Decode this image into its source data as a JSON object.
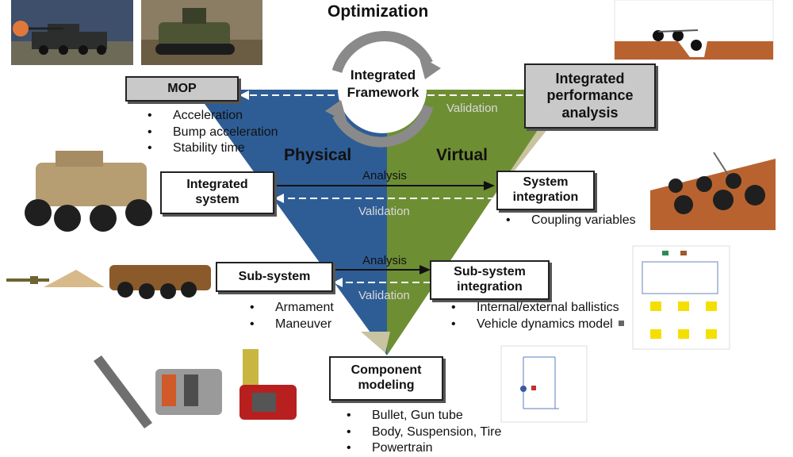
{
  "top_title": "Optimization",
  "center_title": [
    "Integrated",
    "Framework"
  ],
  "domains": {
    "physical": "Physical",
    "virtual": "Virtual"
  },
  "boxes": {
    "mop": "MOP",
    "integrated_performance": [
      "Integrated",
      "performance",
      "analysis"
    ],
    "integrated_system": [
      "Integrated",
      "system"
    ],
    "system_integration": [
      "System",
      "integration"
    ],
    "sub_system": "Sub-system",
    "sub_system_integration": [
      "Sub-system",
      "integration"
    ],
    "component_modeling": [
      "Component",
      "modeling"
    ]
  },
  "bullets": {
    "mop": [
      "Acceleration",
      "Bump acceleration",
      "Stability time"
    ],
    "system_integration": [
      "Coupling variables"
    ],
    "sub_system": [
      "Armament",
      "Maneuver"
    ],
    "sub_system_integration": [
      "Internal/external ballistics",
      "Vehicle dynamics model"
    ],
    "component_modeling": [
      "Bullet, Gun tube",
      "Body, Suspension, Tire",
      "Powertrain"
    ]
  },
  "flow_labels": {
    "validation_top": "Validation",
    "analysis_mid": "Analysis",
    "validation_mid": "Validation",
    "analysis_low": "Analysis",
    "validation_low": "Validation"
  },
  "colors": {
    "physical": "#2e5d96",
    "virtual": "#6e8e33",
    "shadow": "#c8c3a0",
    "cycle_arrow": "#8a8a8a",
    "box_gray": "#c9c9c9"
  }
}
